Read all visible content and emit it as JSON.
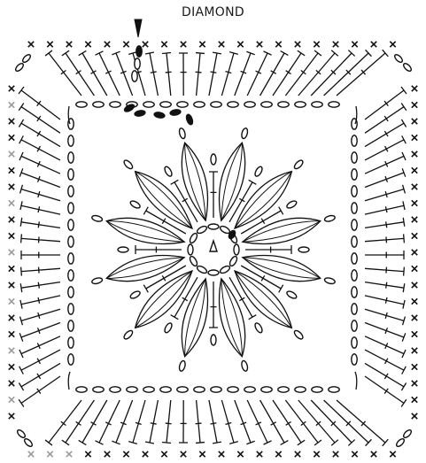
{
  "title": "DIAMOND",
  "pattern": {
    "motif": "granny-square",
    "petals": 12,
    "ink_color": "#111111",
    "light_stitch_color": "#9a9a9a",
    "background": "#ffffff",
    "symbols": [
      "start-marker-icon",
      "single-crochet-x",
      "chain-oval",
      "double-crochet-t",
      "slip-stitch-dot"
    ]
  }
}
